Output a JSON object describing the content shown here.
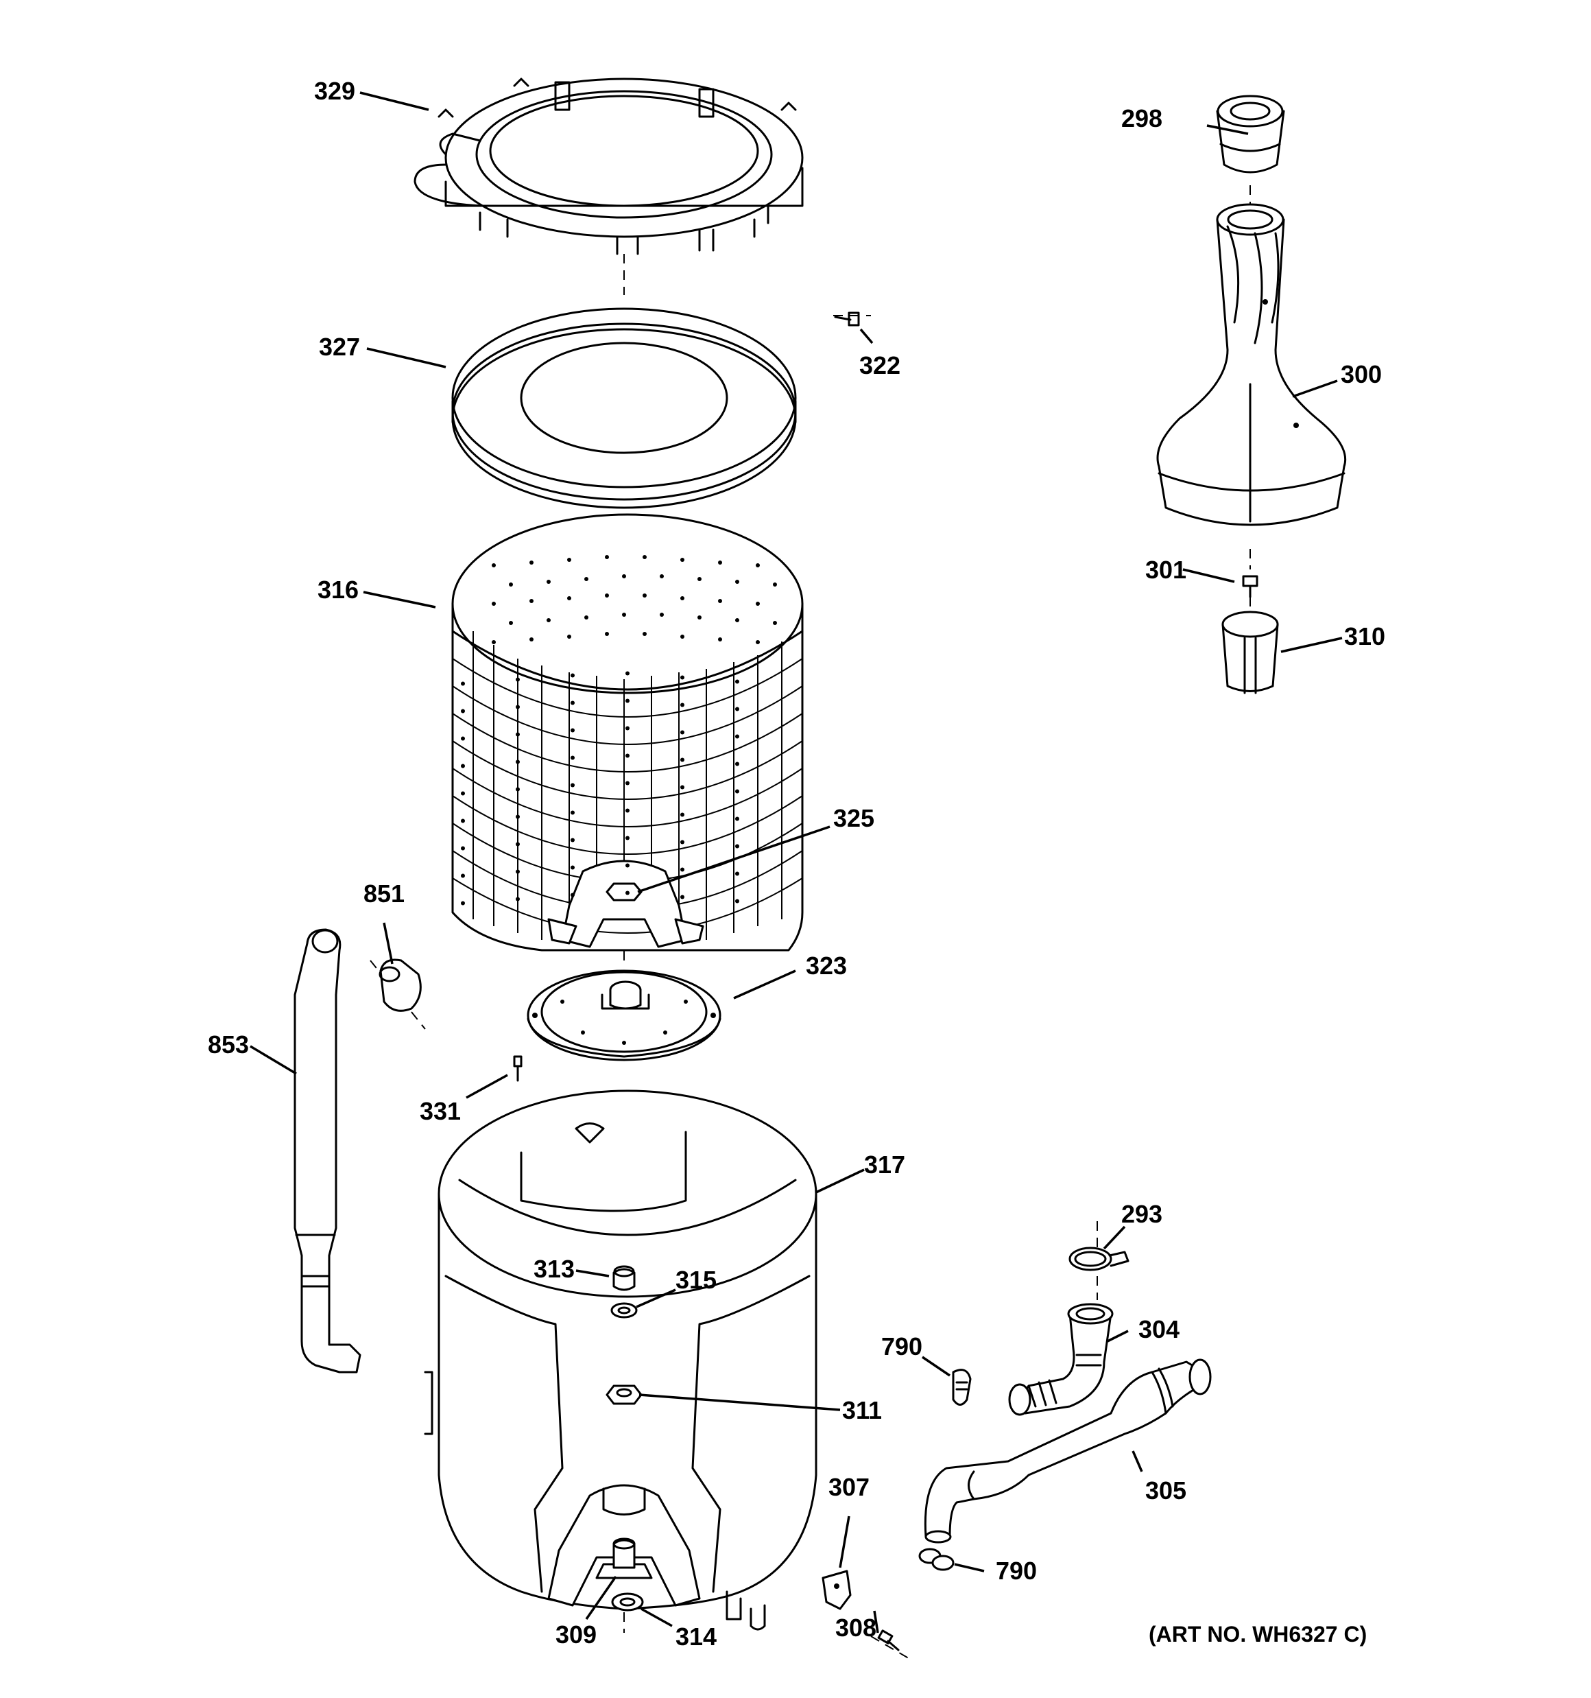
{
  "callouts": [
    {
      "id": "p329",
      "text": "329"
    },
    {
      "id": "p327",
      "text": "327"
    },
    {
      "id": "p322",
      "text": "322"
    },
    {
      "id": "p316",
      "text": "316"
    },
    {
      "id": "p325",
      "text": "325"
    },
    {
      "id": "p851",
      "text": "851"
    },
    {
      "id": "p853",
      "text": "853"
    },
    {
      "id": "p323",
      "text": "323"
    },
    {
      "id": "p331",
      "text": "331"
    },
    {
      "id": "p317",
      "text": "317"
    },
    {
      "id": "p313",
      "text": "313"
    },
    {
      "id": "p315",
      "text": "315"
    },
    {
      "id": "p311",
      "text": "311"
    },
    {
      "id": "p309",
      "text": "309"
    },
    {
      "id": "p314",
      "text": "314"
    },
    {
      "id": "p298",
      "text": "298"
    },
    {
      "id": "p300",
      "text": "300"
    },
    {
      "id": "p301",
      "text": "301"
    },
    {
      "id": "p310",
      "text": "310"
    },
    {
      "id": "p293",
      "text": "293"
    },
    {
      "id": "p304",
      "text": "304"
    },
    {
      "id": "p790a",
      "text": "790"
    },
    {
      "id": "p305",
      "text": "305"
    },
    {
      "id": "p307",
      "text": "307"
    },
    {
      "id": "p790b",
      "text": "790"
    },
    {
      "id": "p308",
      "text": "308"
    }
  ],
  "art_number": "(ART NO. WH6327 C)"
}
